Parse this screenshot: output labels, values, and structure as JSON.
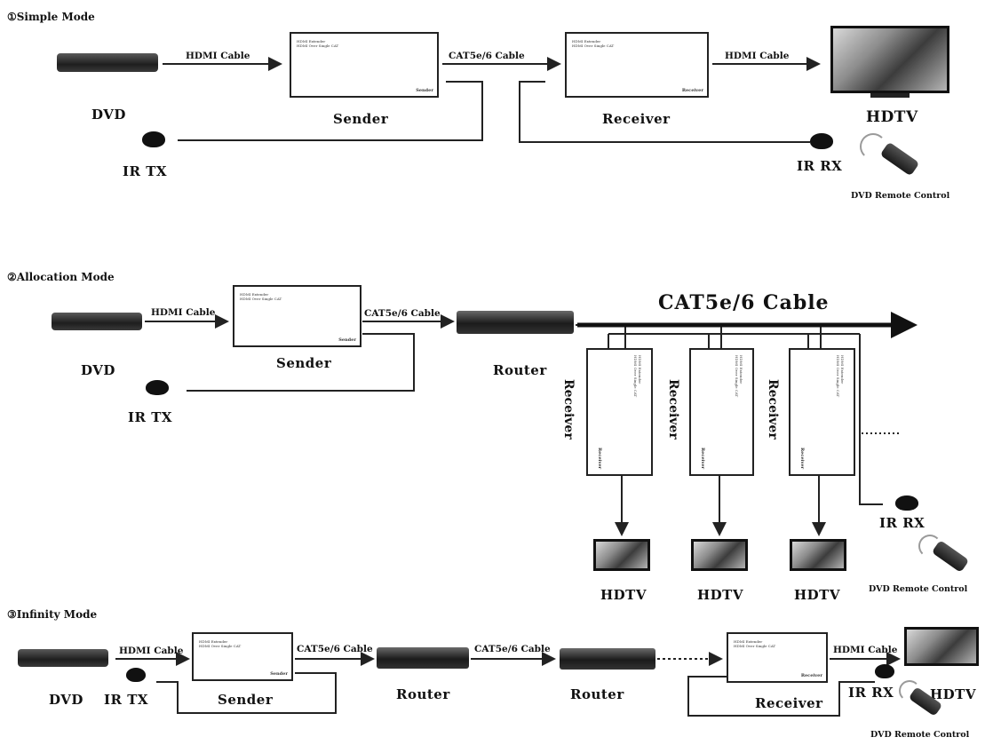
{
  "modes": {
    "simple": "①Simple Mode",
    "allocation": "②Allocation Mode",
    "infinity": "③Infinity Mode"
  },
  "devices": {
    "dvd": "DVD",
    "sender": "Sender",
    "receiver": "Receiver",
    "hdtv": "HDTV",
    "router": "Router",
    "ir_tx": "IR TX",
    "ir_rx": "IR RX",
    "remote": "DVD Remote Control",
    "cat_big": "CAT5e/6 Cable"
  },
  "cables": {
    "hdmi": "HDMI Cable",
    "cat": "CAT5e/6 Cable"
  },
  "box_text": {
    "sender_tag": "Sender",
    "receiver_tag": "Receiver"
  },
  "colors": {
    "line": "#222222",
    "screen_dark": "#111111"
  }
}
